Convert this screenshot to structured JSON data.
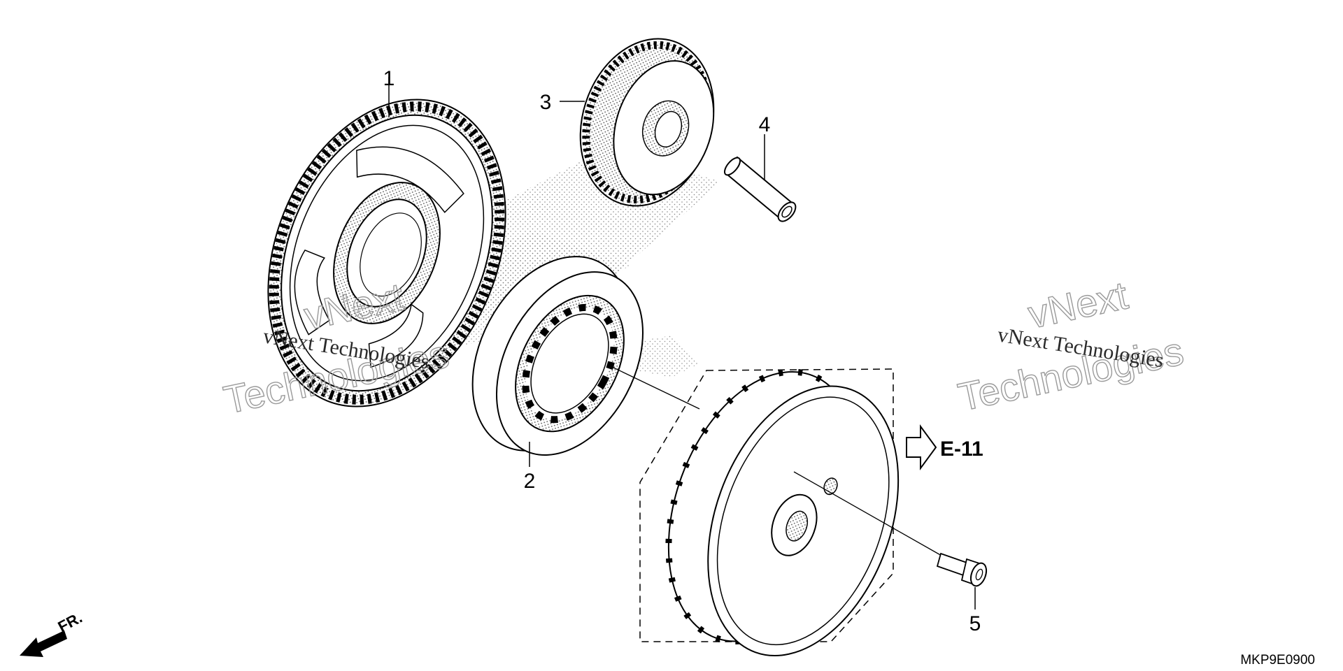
{
  "diagram_code": "MKP9E0900",
  "reference": "E-11",
  "front_label": "FR.",
  "parts": [
    {
      "number": "1",
      "icon": "driven-gear-icon"
    },
    {
      "number": "2",
      "icon": "one-way-clutch-icon"
    },
    {
      "number": "3",
      "icon": "idle-gear-icon"
    },
    {
      "number": "4",
      "icon": "shaft-icon"
    },
    {
      "number": "5",
      "icon": "bolt-icon"
    }
  ],
  "watermark": {
    "line_small": "vNext Technologies",
    "big_word_1": "vNext",
    "big_word_2": "Technologies"
  }
}
